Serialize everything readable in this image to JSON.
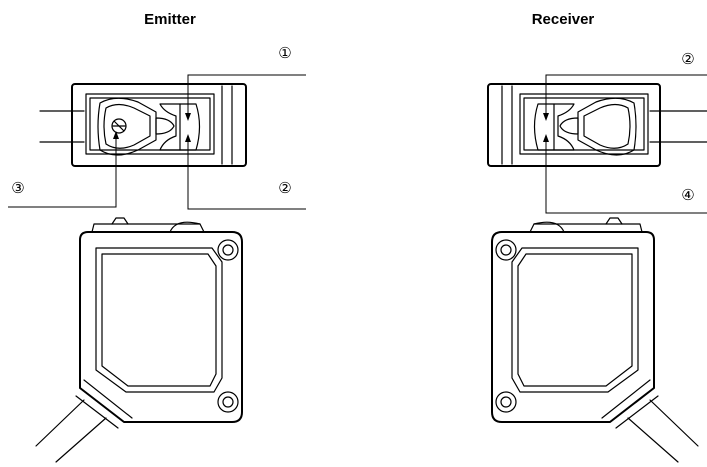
{
  "titles": {
    "emitter": "Emitter",
    "receiver": "Receiver"
  },
  "callouts": {
    "emitter_top": "①",
    "emitter_right": "②",
    "emitter_left": "③",
    "receiver_top": "②",
    "receiver_bottom": "④"
  },
  "colors": {
    "line": "#000000",
    "background": "#ffffff"
  }
}
